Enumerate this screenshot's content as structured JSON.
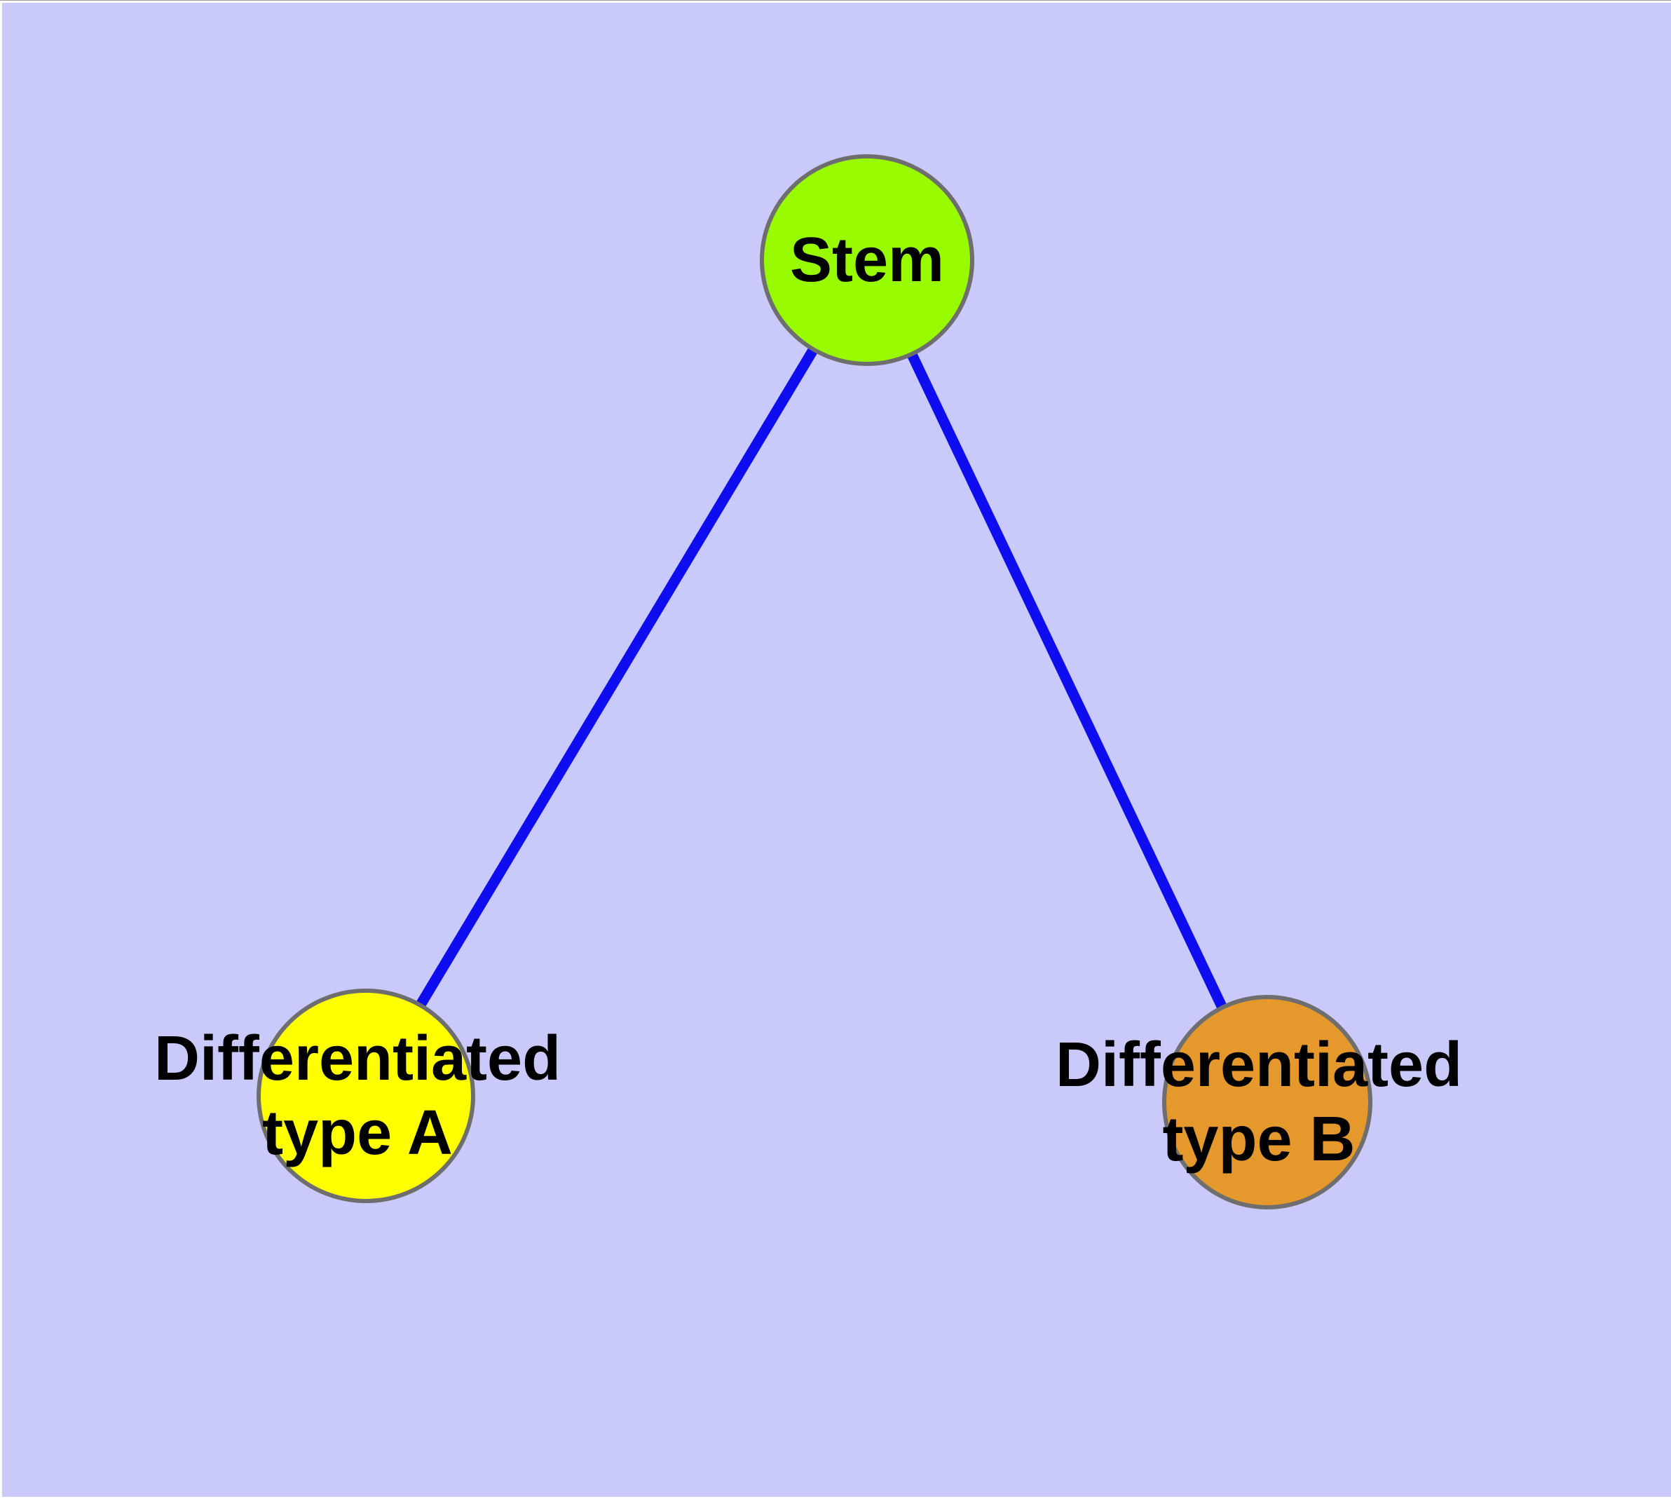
{
  "diagram": {
    "type": "graph",
    "background_color": "#C9C9FA",
    "frame_color": "#FFFFFF",
    "edge_color": "#0D0DF0",
    "node_border_color": "#6E6E6E",
    "text_color": "#000000",
    "nodes": [
      {
        "id": "stem",
        "label": "Stem",
        "label_line1": "Stem",
        "fill": "#99FB00"
      },
      {
        "id": "differentiated-type-a",
        "label": "Differentiated type A",
        "label_line1": "Differentiated",
        "label_line2": "type A",
        "fill": "#FFFF00"
      },
      {
        "id": "differentiated-type-b",
        "label": "Differentiated type B",
        "label_line1": "Differentiated",
        "label_line2": "type B",
        "fill": "#E5982B"
      }
    ],
    "edges": [
      {
        "from": "Stem",
        "to": "Differentiated type A"
      },
      {
        "from": "Stem",
        "to": "Differentiated type B"
      }
    ]
  }
}
